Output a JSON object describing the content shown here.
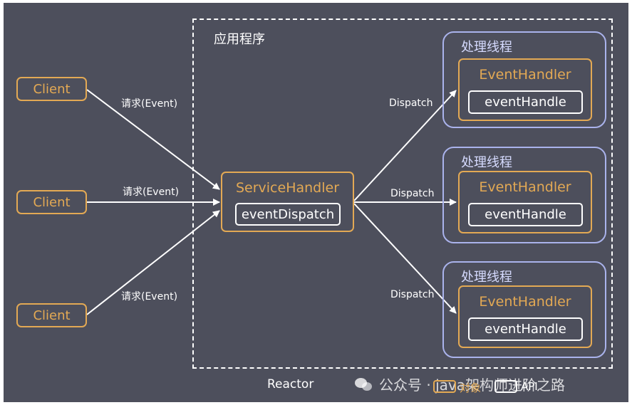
{
  "diagram": {
    "app_title": "应用程序",
    "reactor_label": "Reactor",
    "clients": [
      "Client",
      "Client",
      "Client"
    ],
    "request_labels": [
      "请求(Event)",
      "请求(Event)",
      "请求(Event)"
    ],
    "service_handler": {
      "name": "ServiceHandler",
      "method": "eventDispatch"
    },
    "dispatch_labels": [
      "Dispatch",
      "Dispatch",
      "Dispatch"
    ],
    "threads": [
      {
        "title": "处理线程",
        "handler": "EventHandler",
        "method": "eventHandle"
      },
      {
        "title": "处理线程",
        "handler": "EventHandler",
        "method": "eventHandle"
      },
      {
        "title": "处理线程",
        "handler": "EventHandler",
        "method": "eventHandle"
      }
    ],
    "legend": {
      "object_label": "对象",
      "api_label": "API"
    },
    "watermark": "公众号 · java架构师进阶之路",
    "colors": {
      "background": "#4d4f5c",
      "object_border": "#e3a954",
      "api_border": "#ffffff",
      "thread_border": "#aab3ec"
    }
  }
}
